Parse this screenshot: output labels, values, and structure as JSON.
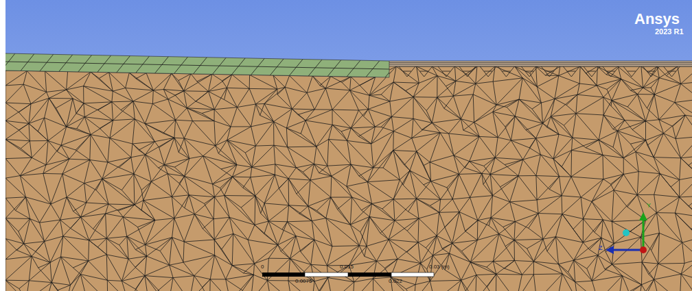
{
  "diagram": {
    "labels": [
      "Ansys",
      "2023 R1",
      "0",
      "0.015",
      "0.03 (m)",
      "0.0075",
      "0.022",
      "Y",
      "Z"
    ]
  }
}
